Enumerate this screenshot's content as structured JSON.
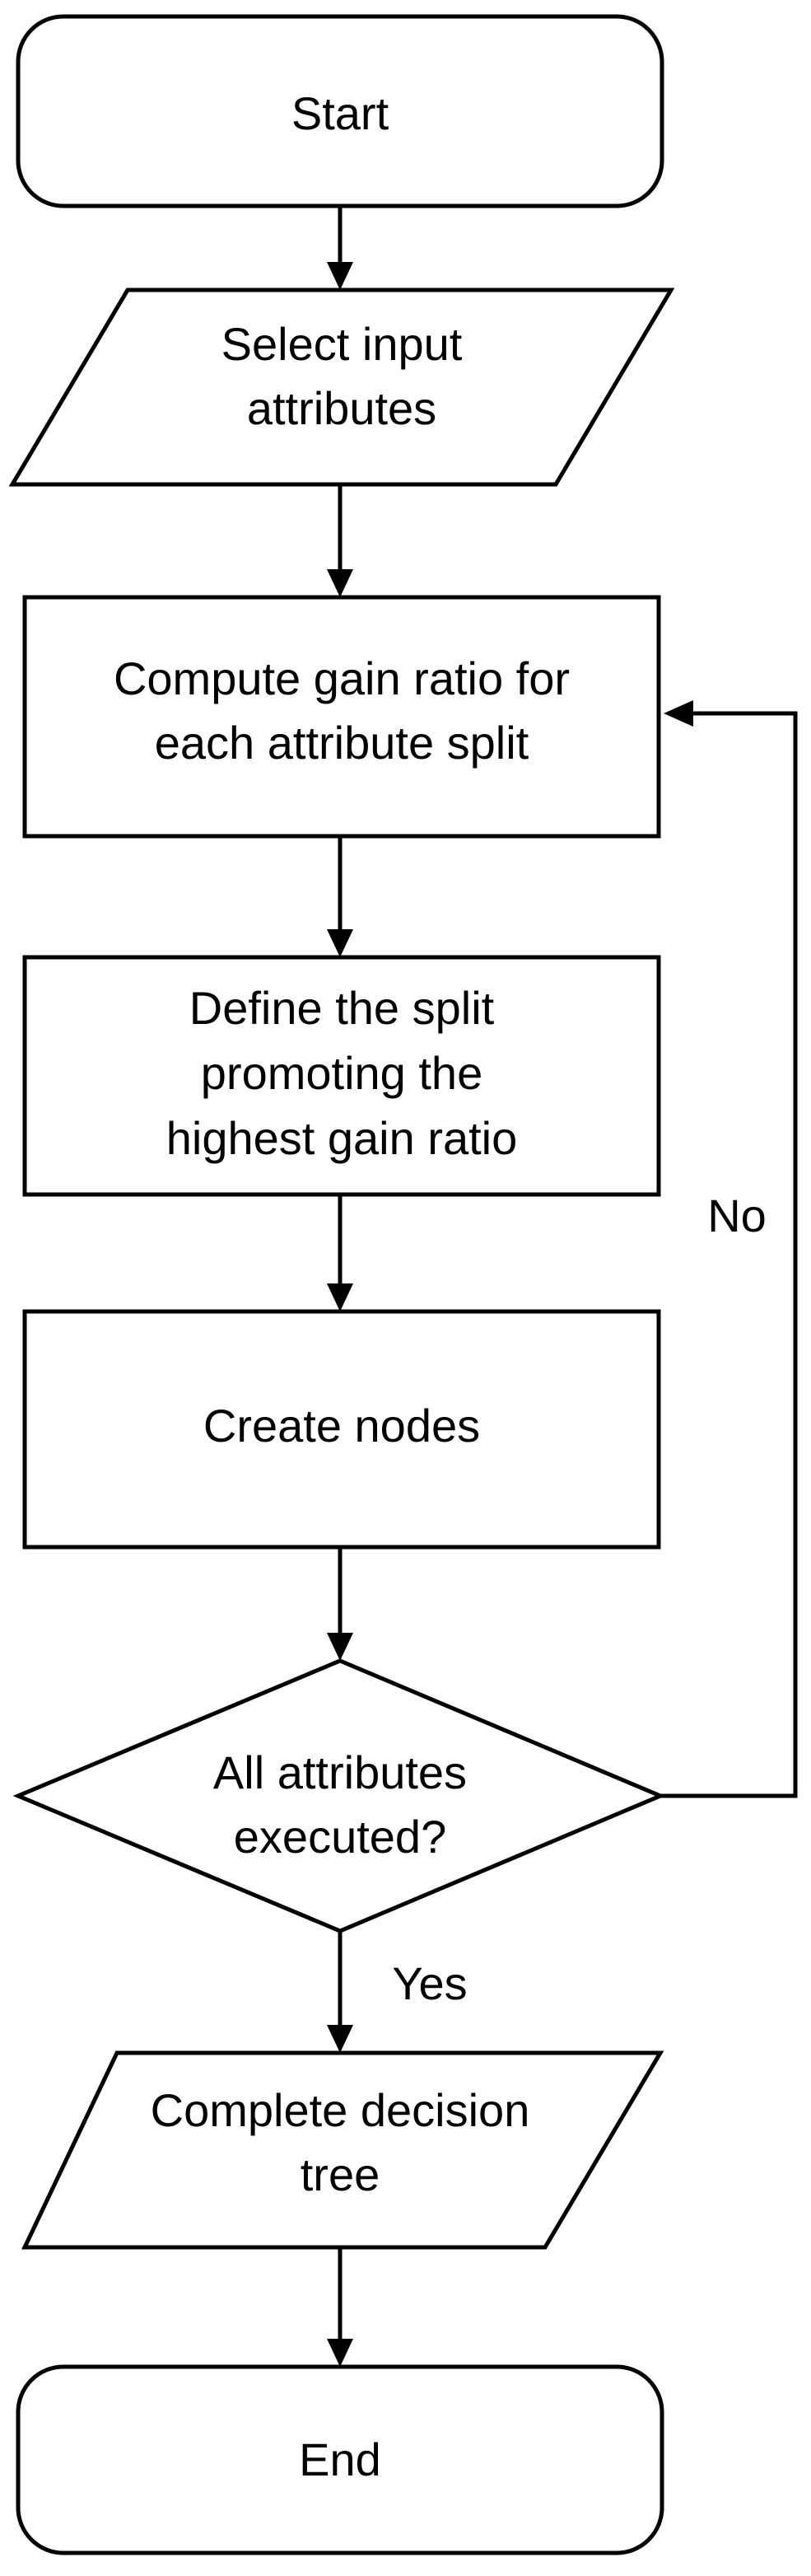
{
  "flowchart": {
    "start": {
      "label": "Start"
    },
    "select_input": {
      "lines": [
        "Select input",
        "attributes"
      ]
    },
    "compute_gain": {
      "lines": [
        "Compute gain ratio for",
        "each attribute split"
      ]
    },
    "define_split": {
      "lines": [
        "Define the split",
        "promoting the",
        "highest gain ratio"
      ]
    },
    "create_nodes": {
      "label": "Create nodes"
    },
    "decision": {
      "lines": [
        "All attributes",
        "executed?"
      ]
    },
    "complete_tree": {
      "lines": [
        "Complete decision",
        "tree"
      ]
    },
    "end": {
      "label": "End"
    },
    "edge_labels": {
      "no": "No",
      "yes": "Yes"
    }
  }
}
